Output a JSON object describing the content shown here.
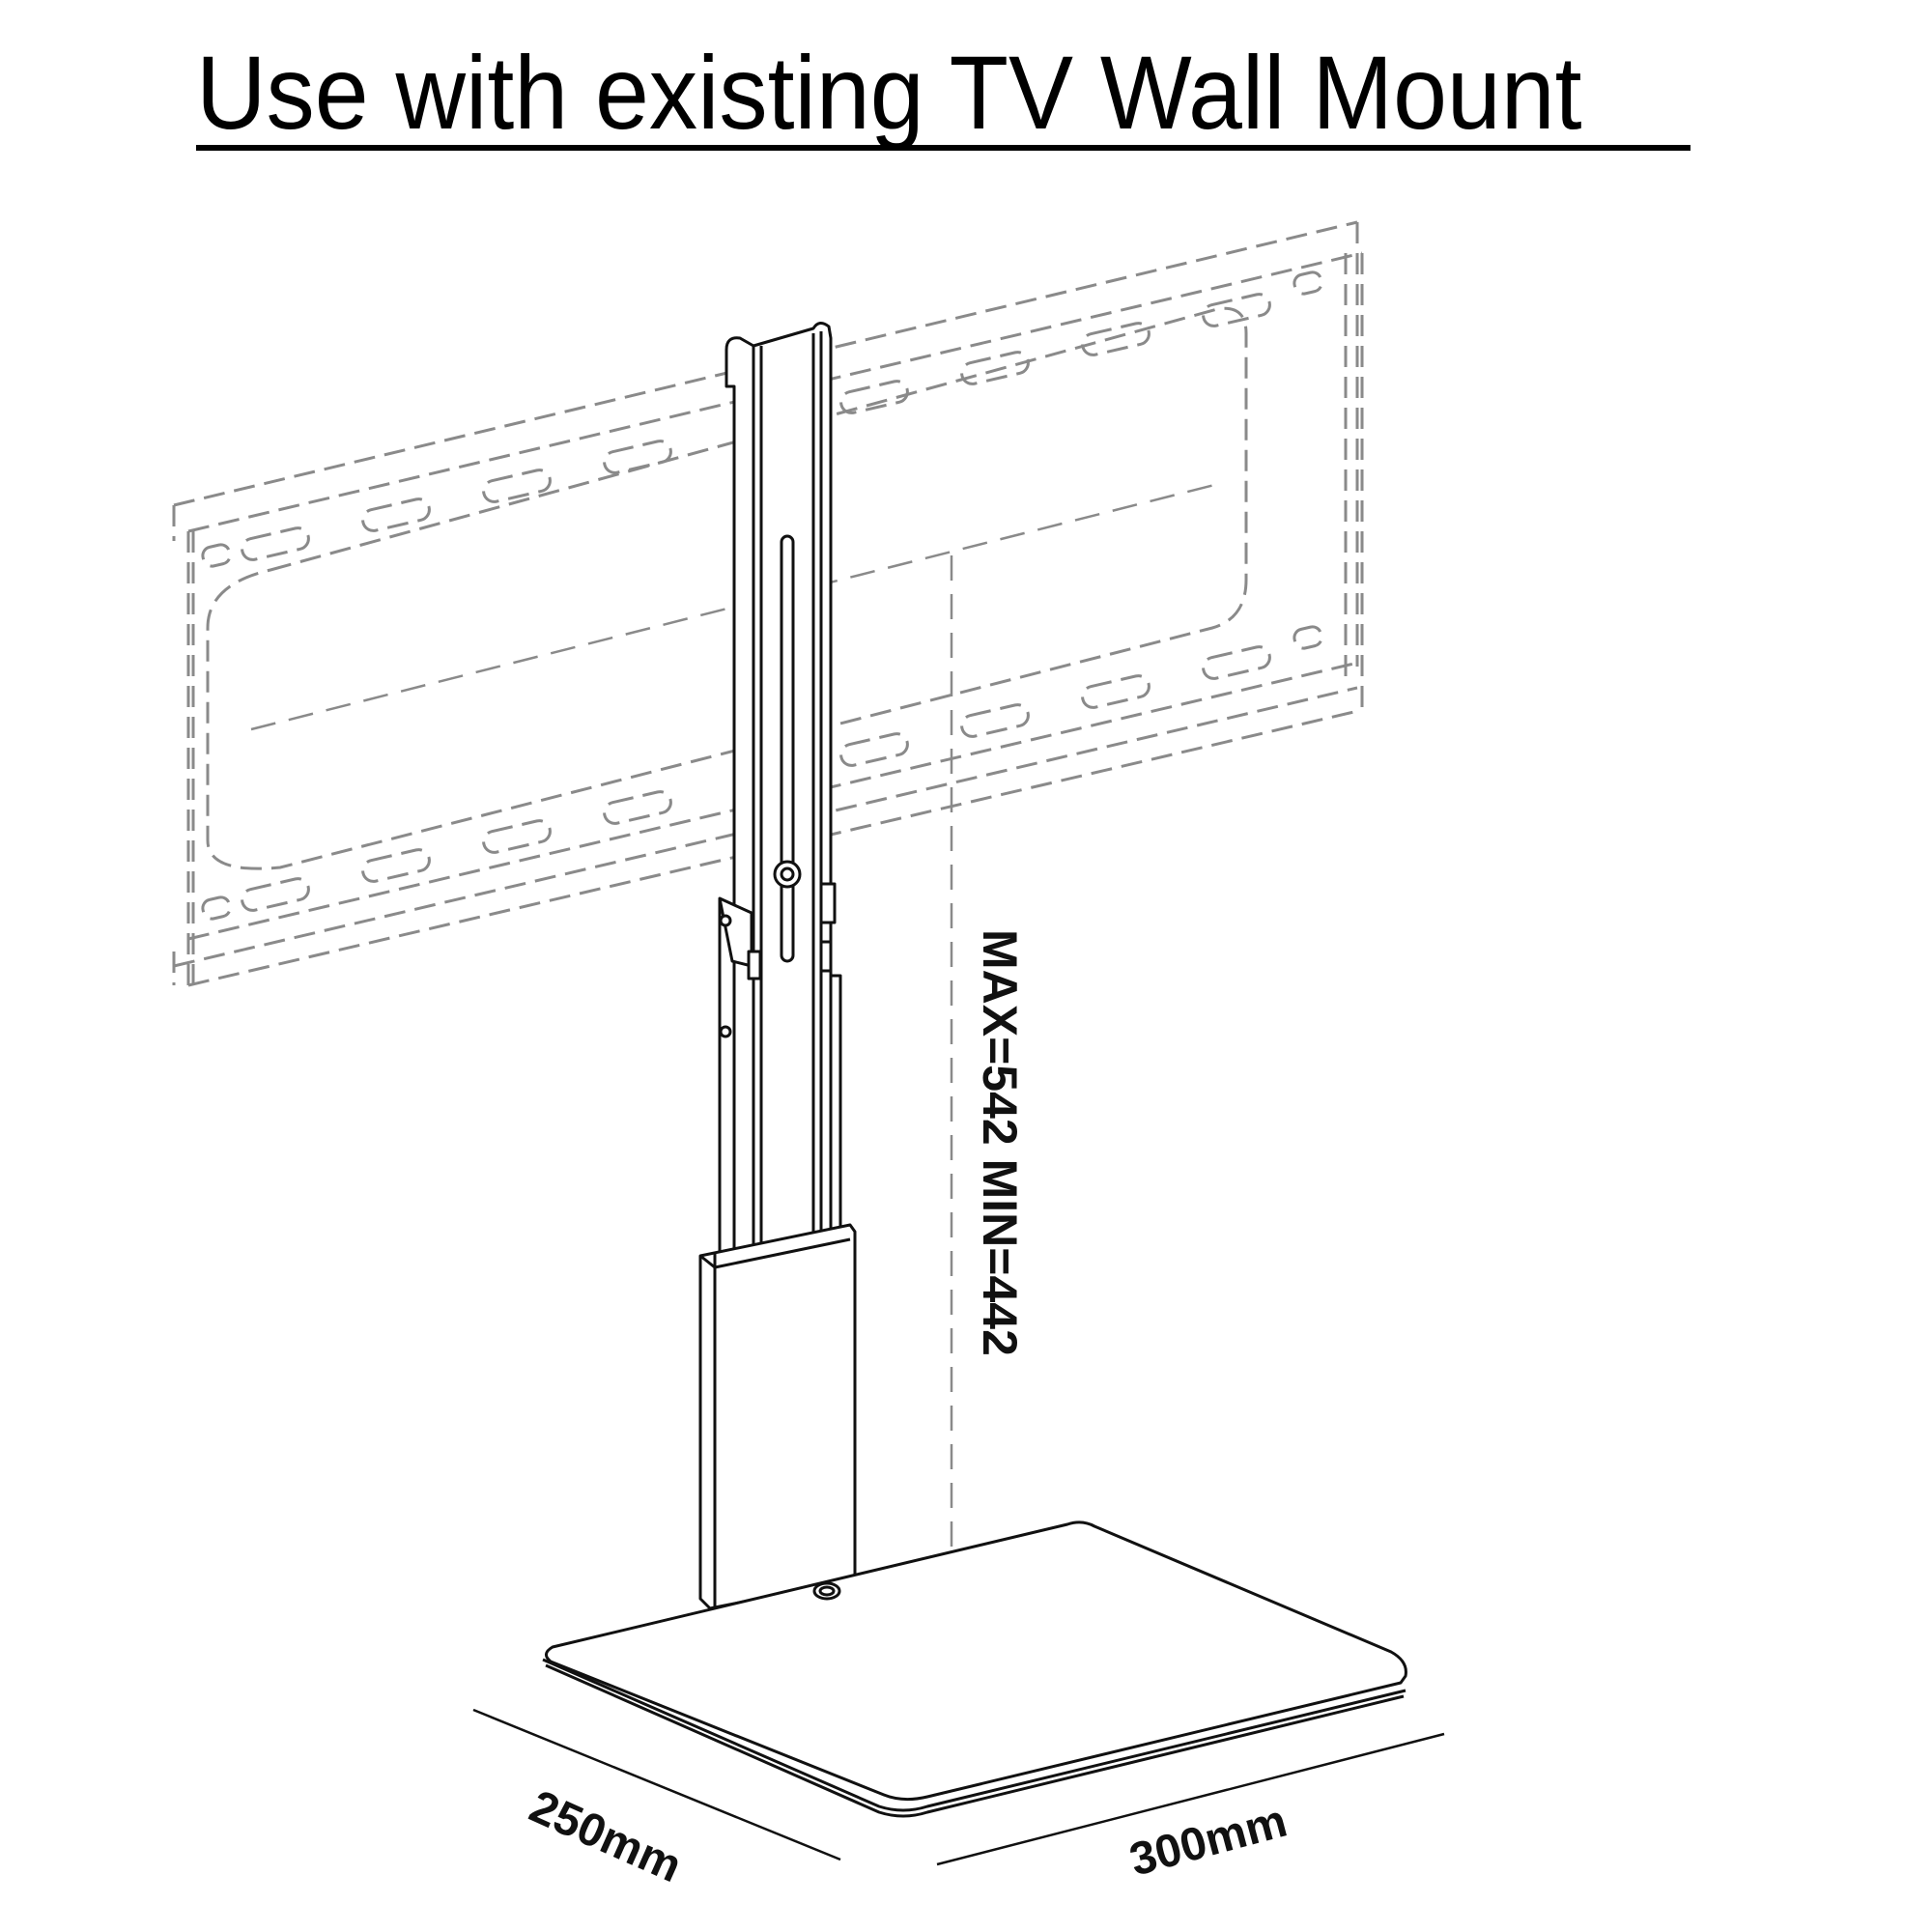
{
  "title": "Use with existing TV Wall Mount",
  "labels": {
    "height_range": "MAX=542  MIN=442",
    "depth": "250mm",
    "width": "300mm"
  },
  "parts": {
    "wall_mount_plate": "existing TV wall mount (dashed outline)",
    "column": "telescopic stand column",
    "base": "base plate"
  },
  "colors": {
    "line": "#111111",
    "dashed": "#8a8a8a",
    "background": "#ffffff"
  }
}
